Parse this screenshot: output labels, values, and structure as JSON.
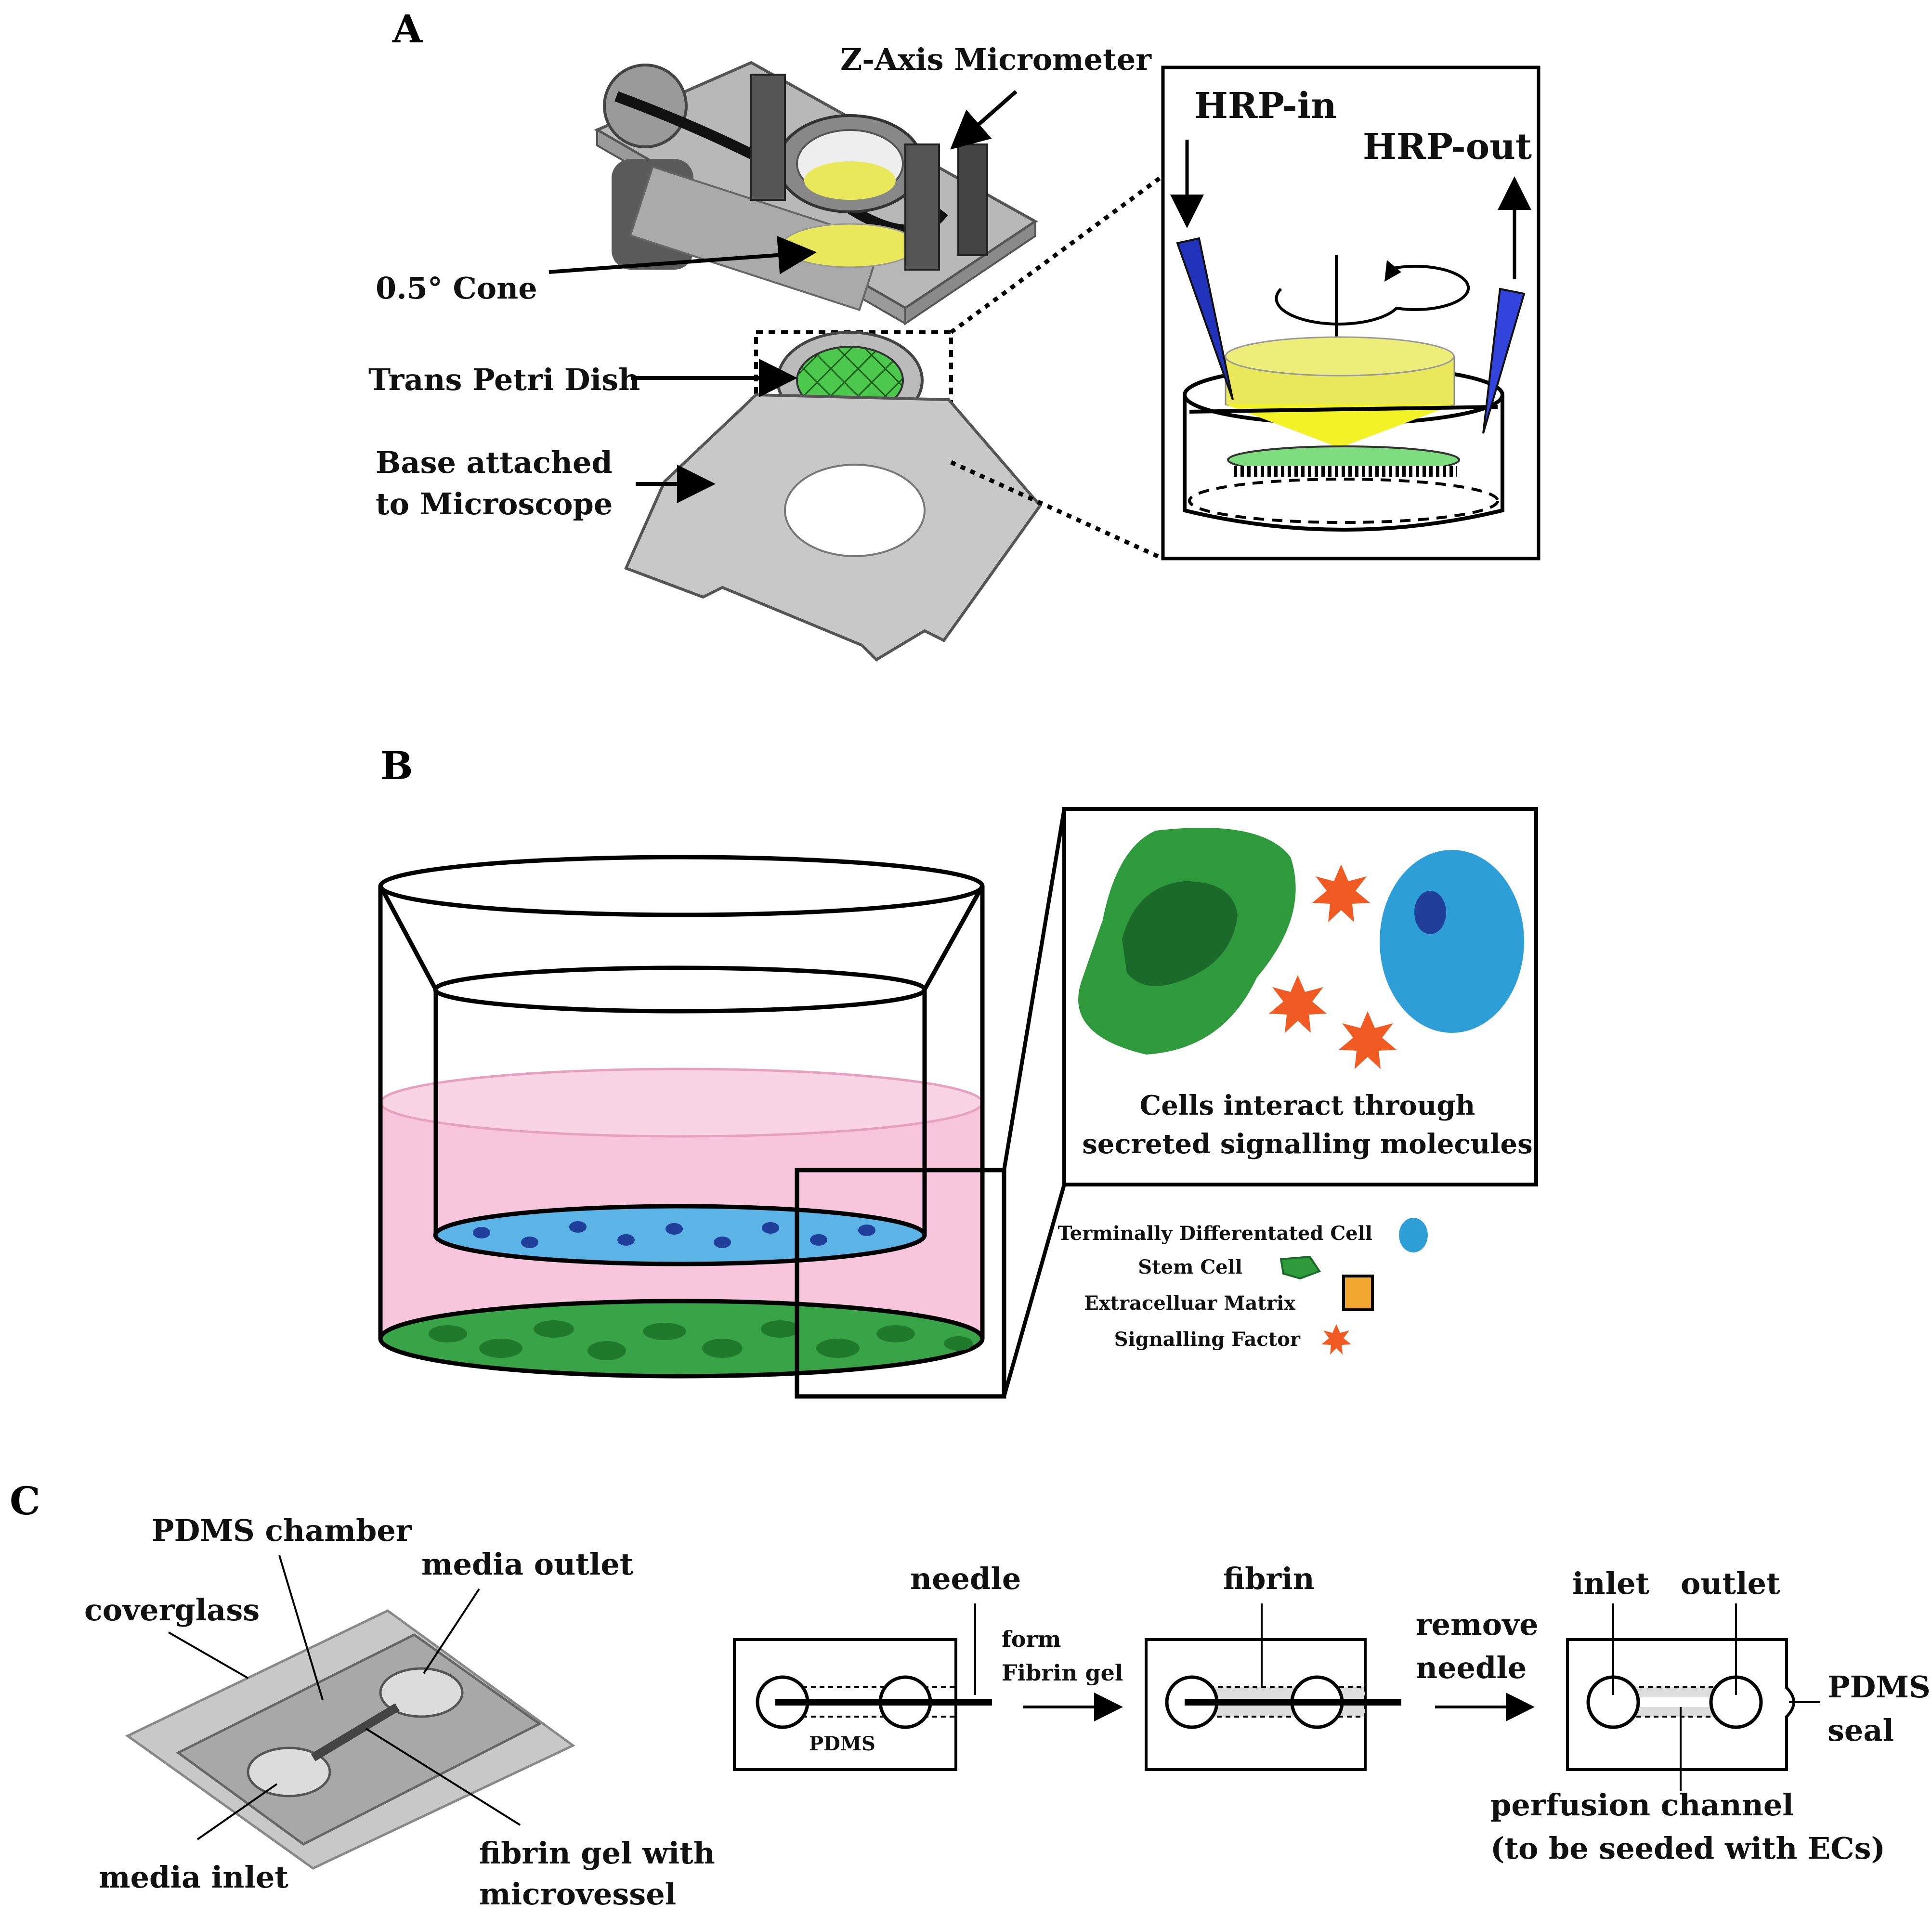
{
  "panels": {
    "a": {
      "label": "A",
      "z_axis_micrometer": "Z-Axis Micrometer",
      "cone": "0.5° Cone",
      "trans_petri_dish": "Trans Petri Dish",
      "base_line1": "Base attached",
      "base_line2": "to Microscope",
      "hrp_in": "HRP-in",
      "hrp_out": "HRP-out"
    },
    "b": {
      "label": "B",
      "caption_line1": "Cells interact through",
      "caption_line2": "secreted signalling molecules",
      "legend": [
        {
          "label": "Terminally Differentated Cell",
          "swatch": "blue-cell-icon"
        },
        {
          "label": "Stem Cell",
          "swatch": "stem-cell-icon"
        },
        {
          "label": "Extracelluar Matrix",
          "swatch": "matrix-icon"
        },
        {
          "label": "Signalling Factor",
          "swatch": "signalling-factor-icon"
        }
      ]
    },
    "c": {
      "label": "C",
      "pdms_chamber": "PDMS chamber",
      "media_outlet": "media outlet",
      "coverglass": "coverglass",
      "media_inlet": "media inlet",
      "fibrin_line1": "fibrin gel with",
      "fibrin_line2": "microvessel",
      "needle": "needle",
      "pdms": "PDMS",
      "form_line1": "form",
      "form_line2": "Fibrin gel",
      "fibrin": "fibrin",
      "remove_line1": "remove",
      "remove_line2": "needle",
      "inlet": "inlet",
      "outlet": "outlet",
      "seal_line1": "PDMS",
      "seal_line2": "seal",
      "perfusion_line1": "perfusion channel",
      "perfusion_line2": "(to be seeded with ECs)"
    }
  },
  "colors": {
    "cone_yellow": "#e8e85a",
    "mesh_green": "#4cc84c",
    "tip_blue": "#2233bb",
    "media_pink": "#f7c6dc",
    "cell_blue": "#2e9fd6",
    "nucleus_navy": "#1f3f9a",
    "stem_green": "#2f9a3c",
    "stem_dark": "#1a6a2a",
    "factor_orange": "#f05a23",
    "matrix_orange": "#f0a830",
    "plate_grey": "#c8c8c8",
    "chip_grey": "#b9b9b9"
  }
}
